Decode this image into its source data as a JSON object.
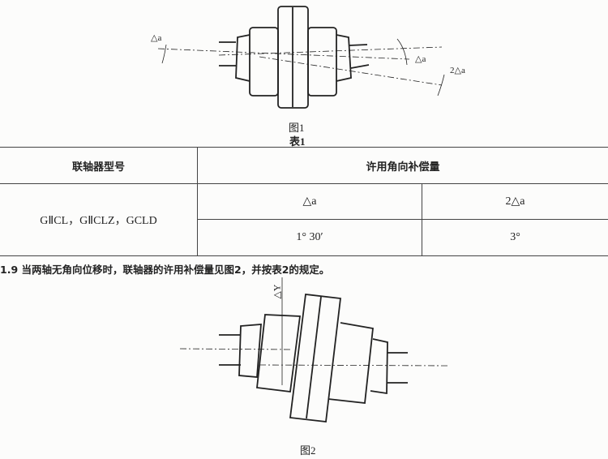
{
  "figure1": {
    "caption": "图1",
    "label_left": "△a",
    "label_right": "△a",
    "label_double": "2△a"
  },
  "table1": {
    "title": "表1",
    "headers": {
      "model": "联轴器型号",
      "compensation": "许用角向补偿量"
    },
    "models": "GⅡCL，GⅡCLZ，GCLD",
    "sub_headers": [
      "△a",
      "2△a"
    ],
    "values": [
      "1° 30′",
      "3°"
    ]
  },
  "paragraph": "1.9 当两轴无角向位移时，联轴器的许用补偿量见图2，并按表2的规定。",
  "figure2": {
    "caption": "图2",
    "label_dy": "△Y"
  }
}
